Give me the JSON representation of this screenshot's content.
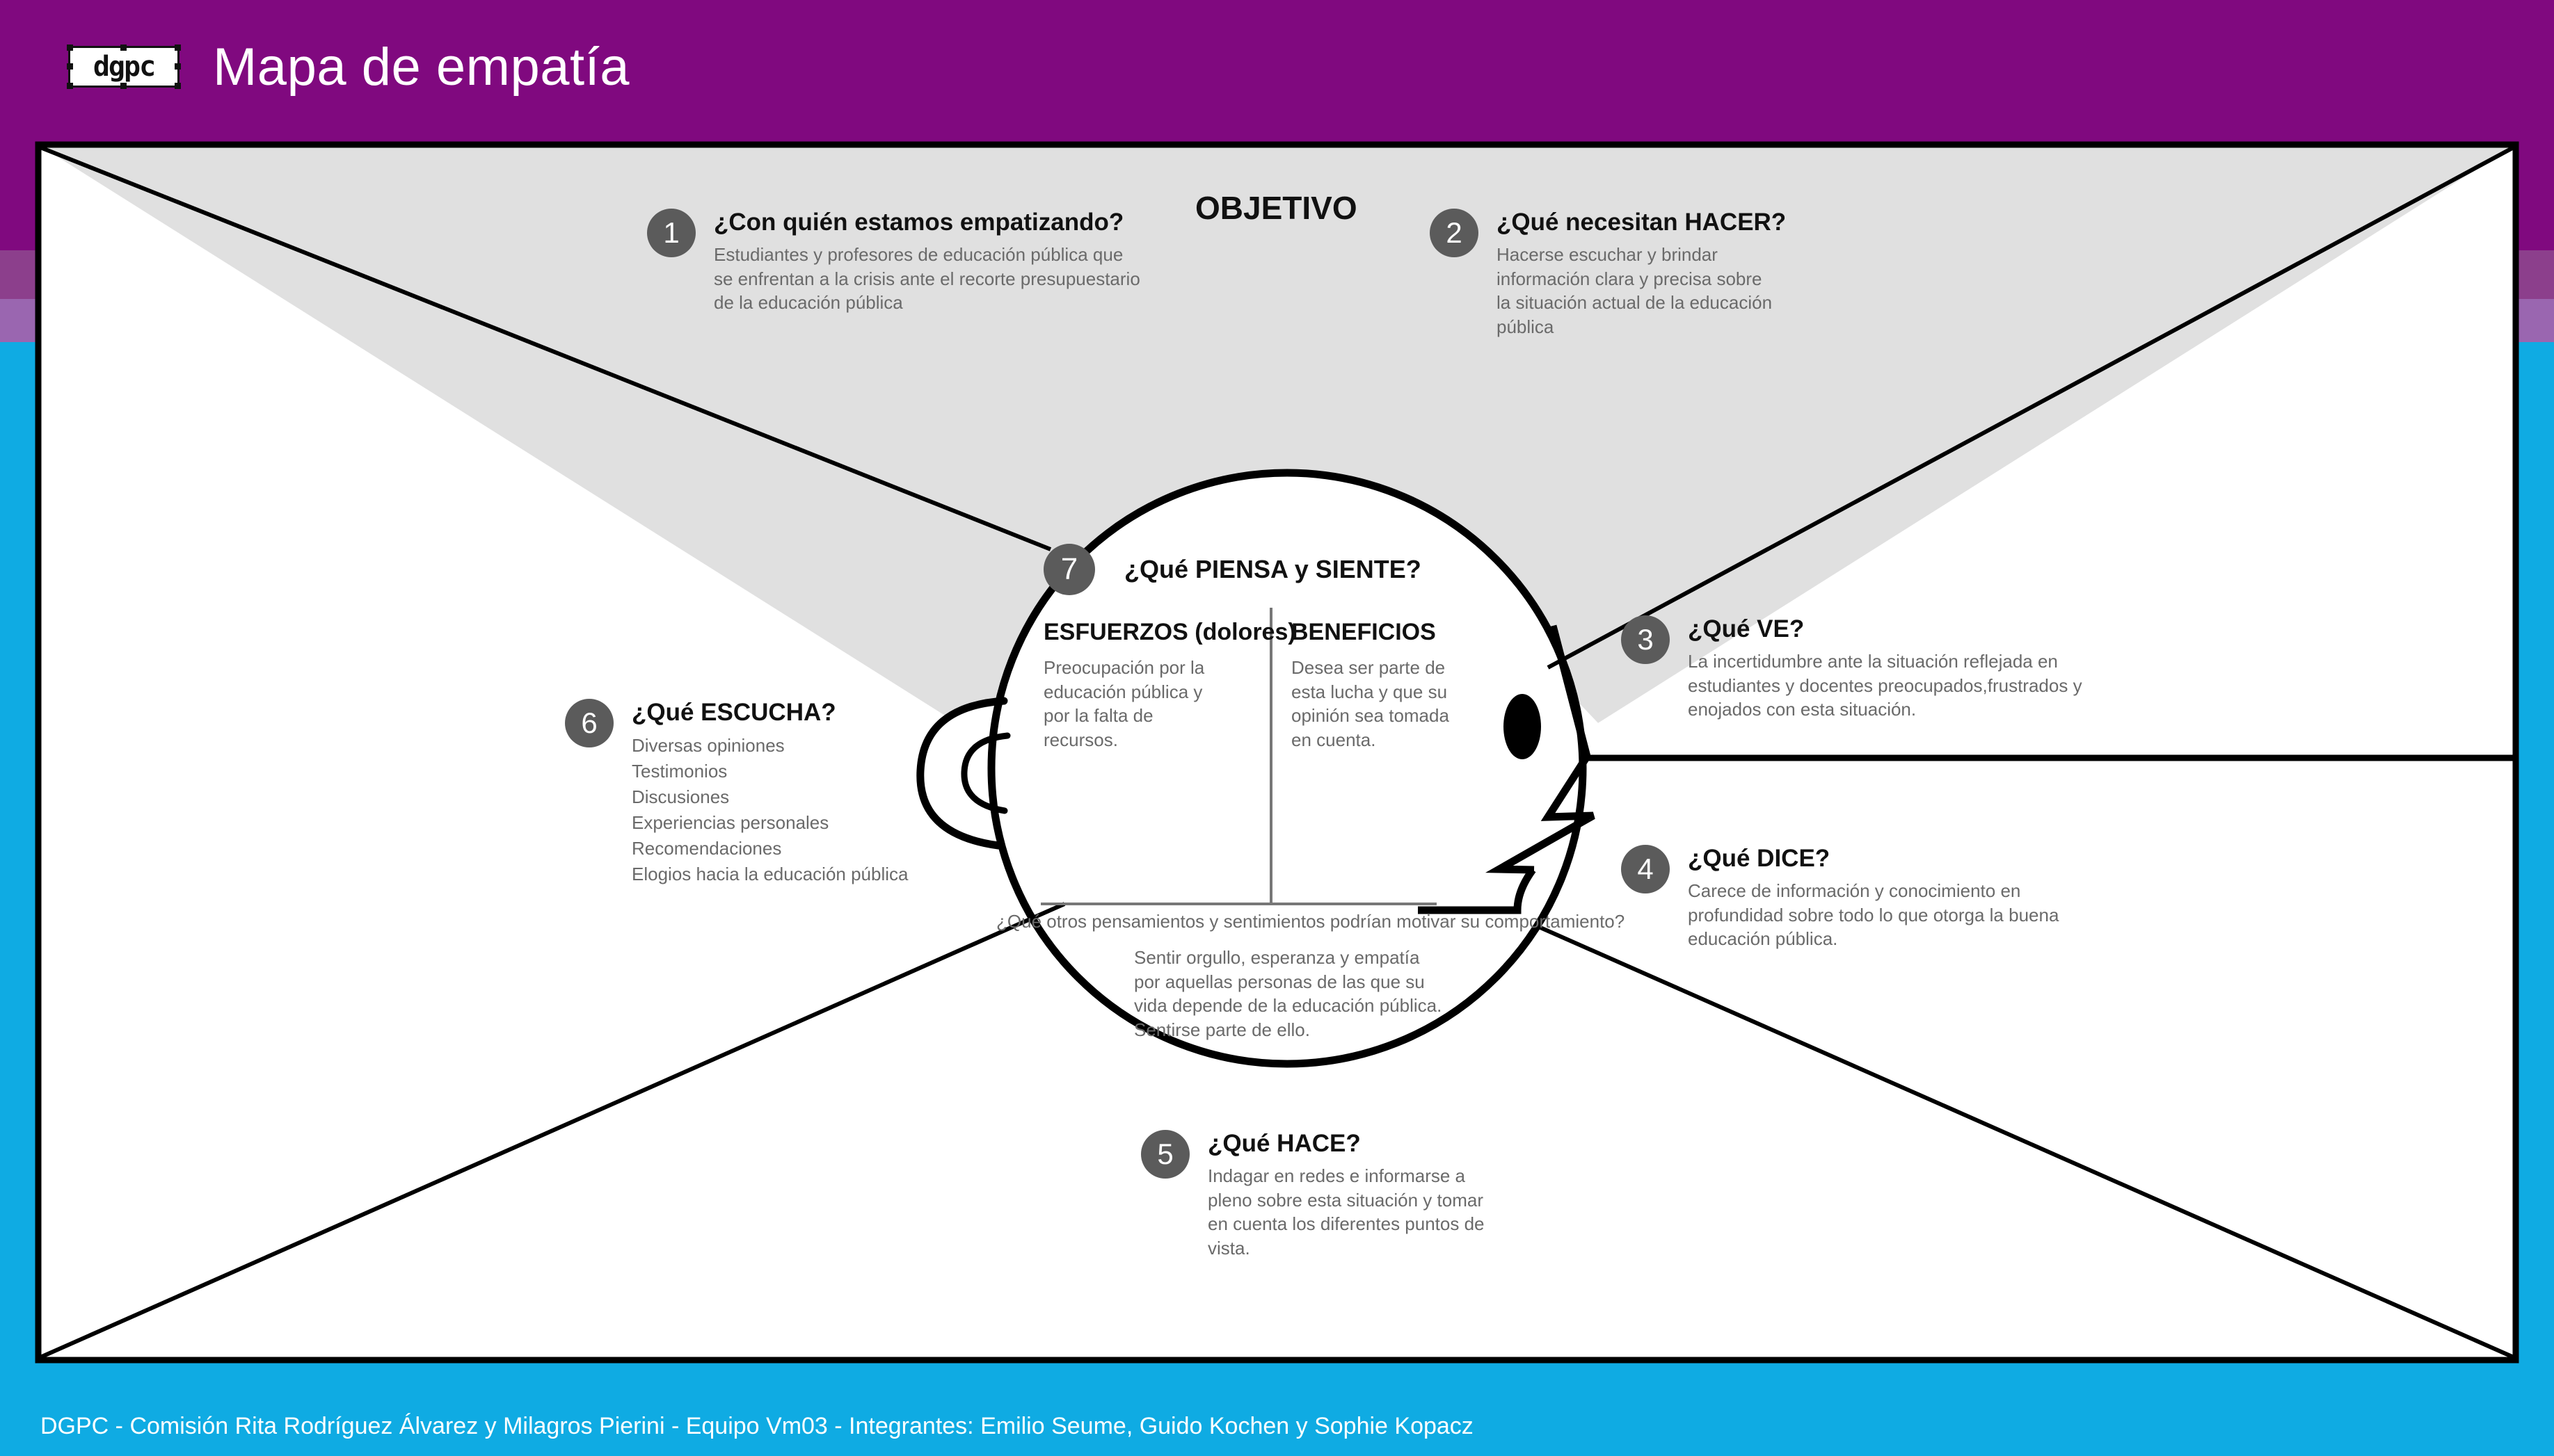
{
  "header": {
    "logo_text": "dgpc",
    "title": "Mapa de empatía",
    "bg_color": "#80097f"
  },
  "footer": {
    "text": "DGPC - Comisión Rita Rodríguez Álvarez y Milagros Pierini - Equipo Vm03 - Integrantes: Emilio Seume, Guido Kochen y Sophie Kopacz",
    "bg_color": "#0fabe3"
  },
  "palette": {
    "purple": "#80097f",
    "purple_mid": "#8c3f8c",
    "purple_light": "#9a66b0",
    "cyan": "#0fabe3",
    "gray_fill": "#e0e0e0",
    "number_badge": "#5b5b5b",
    "body_text": "#6a6a6a",
    "stroke": "#000000"
  },
  "diagram": {
    "objective_label": "OBJETIVO",
    "sections": [
      {
        "number": "1",
        "title": "¿Con quién estamos empatizando?",
        "desc": "Estudiantes y profesores de educación pública que se enfrentan a la crisis ante el recorte presupuestario de la educación pública"
      },
      {
        "number": "2",
        "title": "¿Qué necesitan HACER?",
        "desc": "Hacerse escuchar y brindar información clara y precisa sobre la situación actual de la educación pública"
      },
      {
        "number": "3",
        "title": "¿Qué VE?",
        "desc": "La incertidumbre ante la situación reflejada en estudiantes y docentes preocupados,frustrados y enojados con esta situación."
      },
      {
        "number": "4",
        "title": "¿Qué DICE?",
        "desc": "Carece de información y conocimiento en profundidad sobre todo lo que otorga la buena educación pública."
      },
      {
        "number": "5",
        "title": "¿Qué HACE?",
        "desc": "Indagar en redes e informarse a pleno sobre esta situación y tomar en cuenta los diferentes puntos de vista."
      },
      {
        "number": "6",
        "title": "¿Qué ESCUCHA?",
        "items": [
          "Diversas opiniones",
          "Testimonios",
          "Discusiones",
          "Experiencias personales",
          "Recomendaciones",
          "Elogios hacia la educación pública"
        ]
      }
    ],
    "think_feel": {
      "number": "7",
      "title": "¿Qué PIENSA y SIENTE?",
      "pains_head": "ESFUERZOS (dolores)",
      "pains_body": "Preocupación por la educación pública y por la falta de recursos.",
      "gains_head": "BENEFICIOS",
      "gains_body": "Desea ser parte de esta lucha y que su opinión sea tomada en cuenta.",
      "question": "¿Qué otros pensamientos y sentimientos podrían motivar su comportamiento?",
      "answer": "Sentir orgullo, esperanza y empatía por aquellas personas de las que su vida depende de la educación pública. Sentirse parte de ello."
    }
  }
}
